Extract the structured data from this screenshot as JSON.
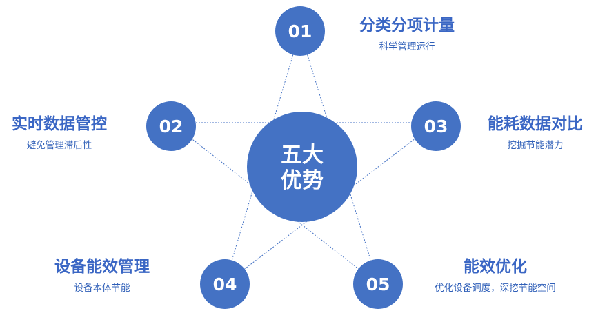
{
  "center": {
    "line1": "五大",
    "line2": "优势"
  },
  "items": [
    {
      "number": "01",
      "title": "分类分项计量",
      "subtitle": "科学管理运行"
    },
    {
      "number": "02",
      "title": "实时数据管控",
      "subtitle": "避免管理滞后性"
    },
    {
      "number": "03",
      "title": "能耗数据对比",
      "subtitle": "挖掘节能潜力"
    },
    {
      "number": "04",
      "title": "设备能效管理",
      "subtitle": "设备本体节能"
    },
    {
      "number": "05",
      "title": "能效优化",
      "subtitle": "优化设备调度，深挖节能空间"
    }
  ],
  "colors": {
    "circle": "#4472c4",
    "line": "#4472c4",
    "title": "#3a66c4",
    "subtitle": "#2f5fb8"
  }
}
